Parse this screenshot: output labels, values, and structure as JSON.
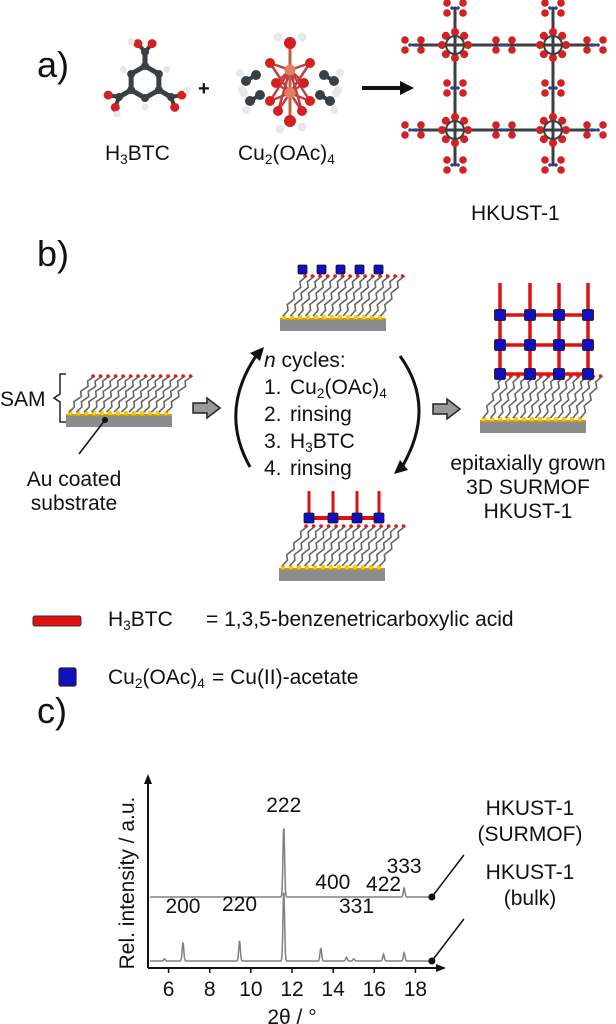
{
  "panels": {
    "a": {
      "label": "a)",
      "reactant1": {
        "base": "H",
        "sub": "3",
        "rest": "BTC"
      },
      "plus": "+",
      "reactant2": {
        "p1": "Cu",
        "s1": "2",
        "p2": "(OAc)",
        "s2": "4"
      },
      "product": "HKUST-1"
    },
    "b": {
      "label": "b)",
      "sam_label": "SAM",
      "substrate_label_1": "Au coated",
      "substrate_label_2": "substrate",
      "cycles_title_italic": "n",
      "cycles_title_rest": " cycles:",
      "steps": [
        {
          "num": "1.",
          "p1": "Cu",
          "s1": "2",
          "p2": "(OAc)",
          "s2": "4"
        },
        {
          "num": "2.",
          "text": "rinsing"
        },
        {
          "num": "3.",
          "p1": "H",
          "s1": "3",
          "p2": "BTC",
          "s2": ""
        },
        {
          "num": "4.",
          "text": "rinsing"
        }
      ],
      "result_line1": "epitaxially grown",
      "result_line2": "3D SURMOF",
      "result_line3": "HKUST-1"
    },
    "legend": {
      "items": [
        {
          "name_p1": "H",
          "name_s1": "3",
          "name_p2": "BTC",
          "name_s2": "",
          "desc": "= 1,3,5-benzenetricarboxylic acid",
          "color": "#e01010"
        },
        {
          "name_p1": "Cu",
          "name_s1": "2",
          "name_p2": "(OAc)",
          "name_s2": "4",
          "desc": "= Cu(II)-acetate",
          "color": "#1010c0"
        }
      ]
    },
    "c": {
      "label": "c)"
    }
  },
  "colors": {
    "oxygen": "#d42020",
    "carbon": "#3a3f44",
    "hydrogen": "#e8e8e8",
    "copper": "#e08060",
    "linker": "#e01010",
    "node": "#1010c0",
    "gold": "#f0d000",
    "substrate": "#8c8c8c",
    "trace": "#808080"
  },
  "chart_data": {
    "type": "line",
    "title": "",
    "xlabel": "2θ / °",
    "ylabel": "Rel. intensity / a.u.",
    "xlim": [
      5,
      19
    ],
    "x_ticks": [
      6,
      8,
      10,
      12,
      14,
      16,
      18
    ],
    "x_tick_labels": [
      "6",
      "8",
      "10",
      "12",
      "14",
      "16",
      "18"
    ],
    "y_ticks": [],
    "grid": false,
    "series": [
      {
        "name": "HKUST-1 (SURMOF)",
        "label_line1": "HKUST-1",
        "label_line2": "(SURMOF)",
        "offset": 1.0,
        "peaks": [
          {
            "x": 11.6,
            "height": 0.95,
            "label": "222"
          },
          {
            "x": 17.45,
            "height": 0.12,
            "label": "333"
          }
        ]
      },
      {
        "name": "HKUST-1 (bulk)",
        "label_line1": "HKUST-1",
        "label_line2": "(bulk)",
        "offset": 0.0,
        "peaks": [
          {
            "x": 5.8,
            "height": 0.03,
            "label": ""
          },
          {
            "x": 6.7,
            "height": 0.25,
            "label": "200"
          },
          {
            "x": 9.45,
            "height": 0.27,
            "label": "220"
          },
          {
            "x": 11.6,
            "height": 0.95,
            "label": ""
          },
          {
            "x": 13.4,
            "height": 0.17,
            "label": "400"
          },
          {
            "x": 14.65,
            "height": 0.05,
            "label": "331"
          },
          {
            "x": 15.0,
            "height": 0.03,
            "label": ""
          },
          {
            "x": 16.45,
            "height": 0.09,
            "label": "422"
          },
          {
            "x": 17.45,
            "height": 0.11,
            "label": ""
          }
        ]
      }
    ]
  }
}
